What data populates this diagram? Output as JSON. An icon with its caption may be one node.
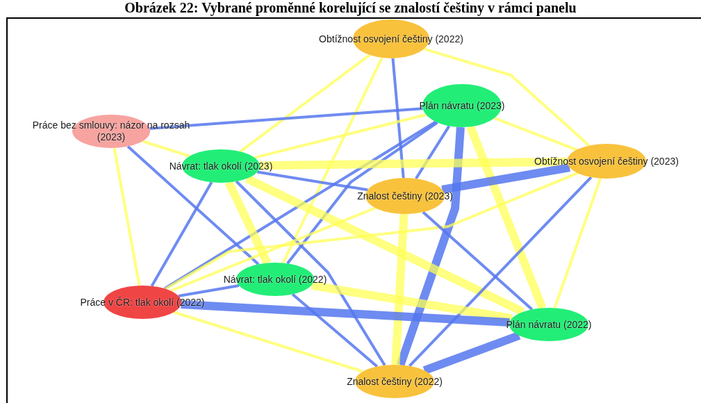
{
  "diagram": {
    "title": "Obrázek 22: Vybrané proměnné korelující se znalostí češtiny v rámci panelu",
    "nodes": [
      {
        "text": [
          "Obtížnost osvojení češtiny (2022)"
        ]
      },
      {
        "text": [
          "Plán návratu (2023)"
        ]
      },
      {
        "text": [
          "Práce bez smlouvy: názor na rozsah (2023)"
        ]
      },
      {
        "text": [
          "Návrat: tlak okolí (2023)"
        ]
      },
      {
        "text": [
          "Obtížnost osvojení češtiny (2023)"
        ]
      },
      {
        "text": [
          "Znalost češtiny (2023)"
        ]
      },
      {
        "text": [
          "Návrat: tlak okolí (2022)"
        ]
      },
      {
        "text": [
          "Práce v ČR: tlak okolí (2022)"
        ]
      },
      {
        "text": [
          "Plán návratu (2022)"
        ]
      },
      {
        "text": [
          "Znalost češtiny (2022)"
        ]
      }
    ],
    "edges": [
      {
        "from": 0,
        "to": 3,
        "arrow": "none"
      },
      {
        "from": 0,
        "to": 6,
        "arrow": "none"
      },
      {
        "from": 0,
        "to": 5,
        "arrow": "none",
        "color": "#5577ee"
      },
      {
        "from": 0,
        "to": 4,
        "arrow": "none"
      },
      {
        "from": 1,
        "to": 2,
        "arrow": "none",
        "color": "#5577ee"
      },
      {
        "from": 1,
        "to": 3,
        "arrow": "none"
      },
      {
        "from": 1,
        "to": 7,
        "arrow": "none",
        "color": "#5577ee"
      },
      {
        "from": 1,
        "to": 6,
        "arrow": "none",
        "color": "#5577ee"
      },
      {
        "from": 1,
        "to": 5,
        "arrow": "none",
        "color": "#5577ee"
      },
      {
        "from": 1,
        "to": 9,
        "arrow": "none",
        "style": "thick",
        "color": "#5577ee"
      },
      {
        "from": 1,
        "to": 8,
        "arrow": "none",
        "style": "thick"
      },
      {
        "from": 1,
        "to": 4,
        "arrow": "none"
      },
      {
        "from": 2,
        "to": 3,
        "arrow": "none"
      },
      {
        "from": 2,
        "to": 7,
        "arrow": "none"
      },
      {
        "from": 2,
        "to": 6,
        "arrow": "none",
        "color": "#5577ee"
      },
      {
        "from": 3,
        "to": 4,
        "arrow": "none",
        "style": "thick"
      },
      {
        "from": 3,
        "to": 5,
        "arrow": "none",
        "color": "#5577ee"
      },
      {
        "from": 3,
        "to": 7,
        "arrow": "none",
        "color": "#5577ee"
      },
      {
        "from": 3,
        "to": 6,
        "arrow": "none",
        "style": "thick"
      },
      {
        "from": 3,
        "to": 9,
        "arrow": "none",
        "color": "#5577ee"
      },
      {
        "from": 3,
        "to": 8,
        "arrow": "none",
        "style": "thick"
      },
      {
        "from": 4,
        "to": 5,
        "arrow": "none",
        "style": "thick",
        "color": "#5577ee"
      },
      {
        "from": 4,
        "to": 9,
        "arrow": "none",
        "color": "#5577ee"
      },
      {
        "from": 4,
        "to": 8,
        "arrow": "none"
      },
      {
        "from": 4,
        "to": 7,
        "arrow": "none"
      },
      {
        "from": 5,
        "to": 9,
        "arrow": "none",
        "style": "thick"
      },
      {
        "from": 5,
        "to": 8,
        "arrow": "none",
        "color": "#5577ee"
      },
      {
        "from": 5,
        "to": 7,
        "arrow": "none"
      },
      {
        "from": 6,
        "to": 7,
        "arrow": "none",
        "color": "#5577ee"
      },
      {
        "from": 6,
        "to": 8,
        "arrow": "none",
        "style": "thick"
      },
      {
        "from": 6,
        "to": 9,
        "arrow": "none",
        "color": "#5577ee"
      },
      {
        "from": 7,
        "to": 8,
        "arrow": "none",
        "style": "thick",
        "color": "#5577ee"
      },
      {
        "from": 7,
        "to": 9,
        "arrow": "none"
      },
      {
        "from": 8,
        "to": 9,
        "arrow": "none",
        "style": "thick",
        "color": "#5577ee"
      }
    ]
  }
}
